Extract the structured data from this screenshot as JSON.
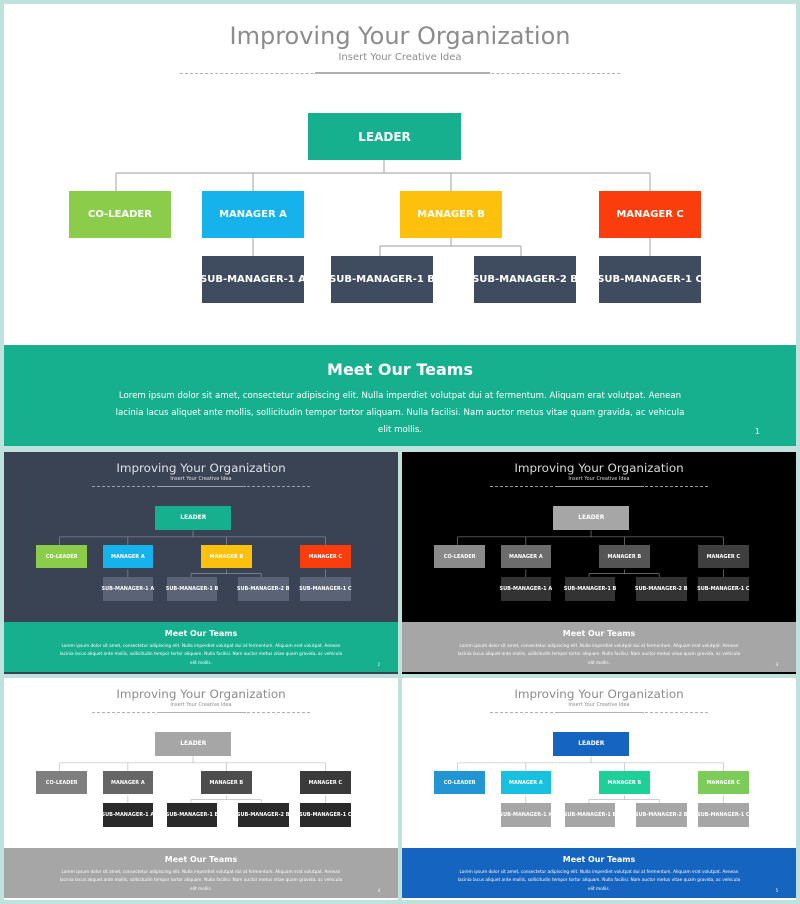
{
  "title": "Improving Your Organization",
  "subtitle": "Insert Your Creative Idea",
  "nodes": {
    "leader": "LEADER",
    "co_leader": "CO-LEADER",
    "manager_a": "MANAGER A",
    "manager_b": "MANAGER B",
    "manager_c": "MANAGER C",
    "sub_1a": "SUB-MANAGER-1 A",
    "sub_1b": "SUB-MANAGER-1 B",
    "sub_2b": "SUB-MANAGER-2 B",
    "sub_1c": "SUB-MANAGER-1 C"
  },
  "band": {
    "title": "Meet Our Teams",
    "text": "Lorem ipsum dolor sit amet, consectetur adipiscing elit. Nulla imperdiet volutpat dui at fermentum. Aliquam erat volutpat. Aenean lacinia lacus aliquet ante mollis, sollicitudin tempor tortor aliquam. Nulla facilisi. Nam auctor metus vitae quam gravida, ac vehicula elit mollis."
  },
  "slides": [
    {
      "page": "1",
      "bg": "#ffffff",
      "title_color": "#8c8c8c",
      "line_color": "#b0b0b0",
      "band_color": "#17b08f",
      "band_title_color": "#ffffff",
      "band_text_color": "#ffffff",
      "colors": {
        "leader": "#17b08f",
        "co_leader": "#8ccc4b",
        "manager_a": "#16b2ec",
        "manager_b": "#fdc00d",
        "manager_c": "#fb3d0e",
        "sub": "#3f4b5e"
      }
    },
    {
      "page": "2",
      "bg": "#3a4354",
      "title_color": "#dfe2e8",
      "line_color": "#9aa0ad",
      "band_color": "#17b08f",
      "band_title_color": "#ffffff",
      "band_text_color": "#ffffff",
      "colors": {
        "leader": "#17b08f",
        "co_leader": "#8ccc4b",
        "manager_a": "#16b2ec",
        "manager_b": "#fdc00d",
        "manager_c": "#fb3d0e",
        "sub": "#5a6476"
      }
    },
    {
      "page": "3",
      "bg": "#000000",
      "title_color": "#d8d8d8",
      "line_color": "#9a9a9a",
      "band_color": "#a6a6a6",
      "band_title_color": "#ffffff",
      "band_text_color": "#ffffff",
      "colors": {
        "leader": "#a6a6a6",
        "co_leader": "#8a8a8a",
        "manager_a": "#6c6c6c",
        "manager_b": "#555555",
        "manager_c": "#3f3f3f",
        "sub": "#333333"
      }
    },
    {
      "page": "4",
      "bg": "#ffffff",
      "title_color": "#8c8c8c",
      "line_color": "#b0b0b0",
      "band_color": "#a6a6a6",
      "band_title_color": "#ffffff",
      "band_text_color": "#ffffff",
      "colors": {
        "leader": "#a6a6a6",
        "co_leader": "#7f7f7f",
        "manager_a": "#666666",
        "manager_b": "#4d4d4d",
        "manager_c": "#3a3a3a",
        "sub": "#2a2a2a"
      }
    },
    {
      "page": "5",
      "bg": "#ffffff",
      "title_color": "#8c8c8c",
      "line_color": "#b0b0b0",
      "band_color": "#1565c0",
      "band_title_color": "#ffffff",
      "band_text_color": "#ffffff",
      "colors": {
        "leader": "#1565c0",
        "co_leader": "#2196d3",
        "manager_a": "#19c1e0",
        "manager_b": "#1fcf98",
        "manager_c": "#7dcb58",
        "sub": "#a6a6a6"
      }
    }
  ]
}
